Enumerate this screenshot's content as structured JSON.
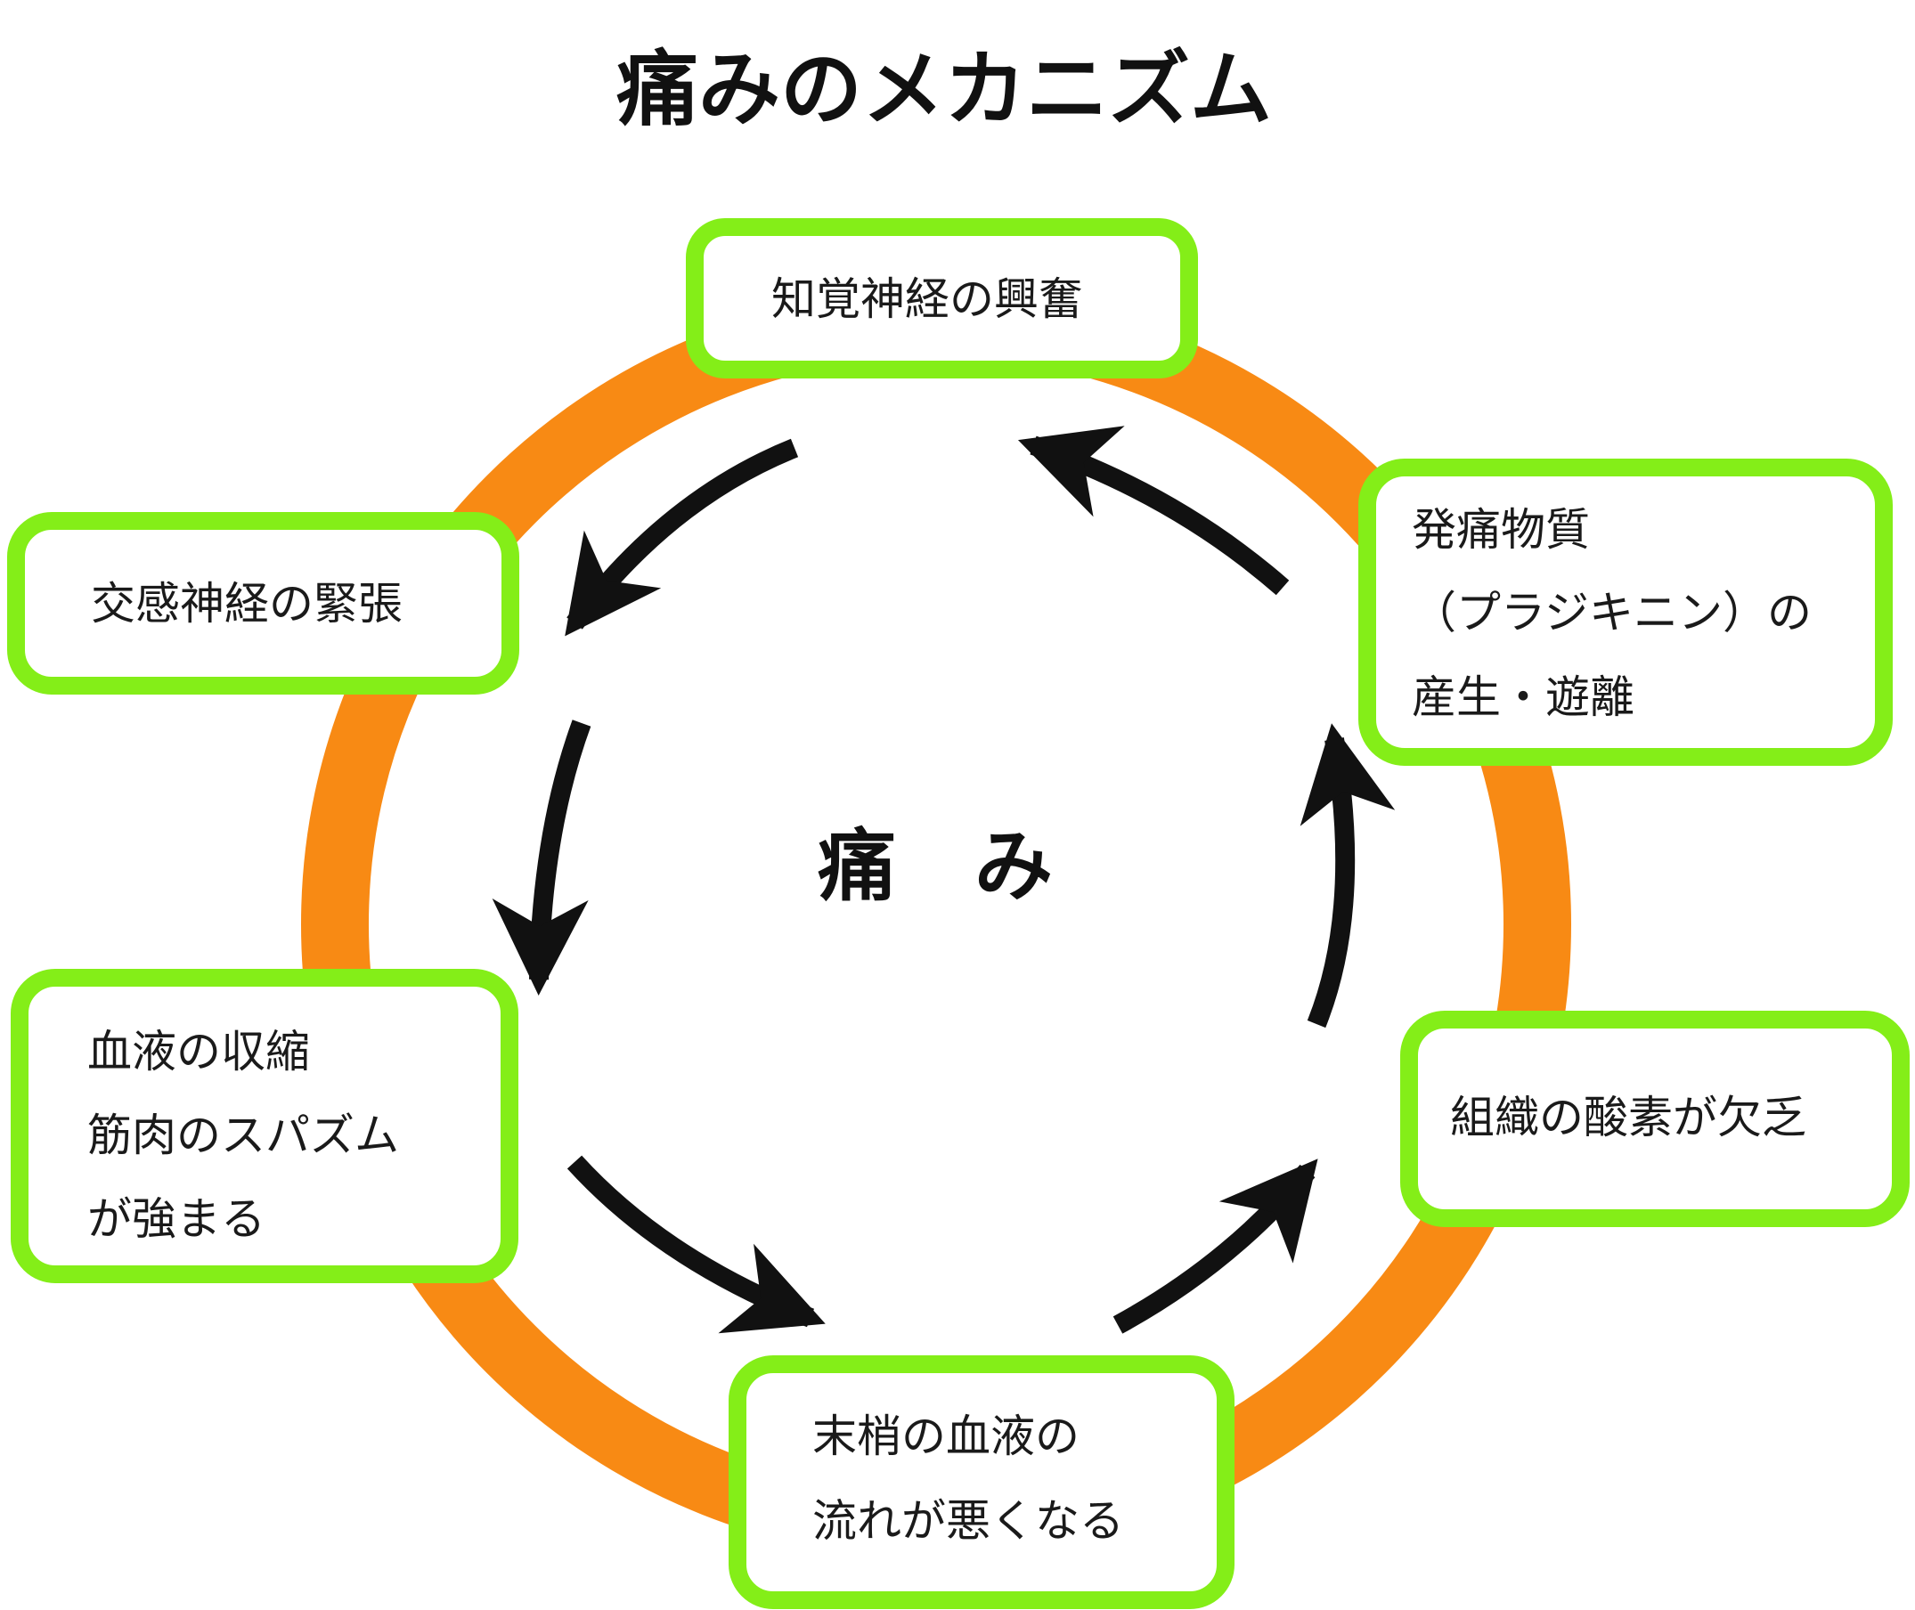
{
  "title": "痛みのメカニズム",
  "center_label": "痛　み",
  "colors": {
    "ring": "#f88a14",
    "box_border": "#84ee18",
    "box_fill": "#ffffff",
    "arrow": "#111111",
    "text": "#1a1a1a"
  },
  "steps": [
    {
      "lines": [
        "知覚神経の興奮"
      ]
    },
    {
      "lines": [
        "交感神経の緊張"
      ]
    },
    {
      "lines": [
        "血液の収縮",
        "筋肉のスパズム",
        "が強まる"
      ]
    },
    {
      "lines": [
        "末梢の血液の",
        "流れが悪くなる"
      ]
    },
    {
      "lines": [
        "組織の酸素が欠乏"
      ]
    },
    {
      "lines": [
        "発痛物質",
        "（プラジキニン）の",
        "産生・遊離"
      ]
    }
  ]
}
